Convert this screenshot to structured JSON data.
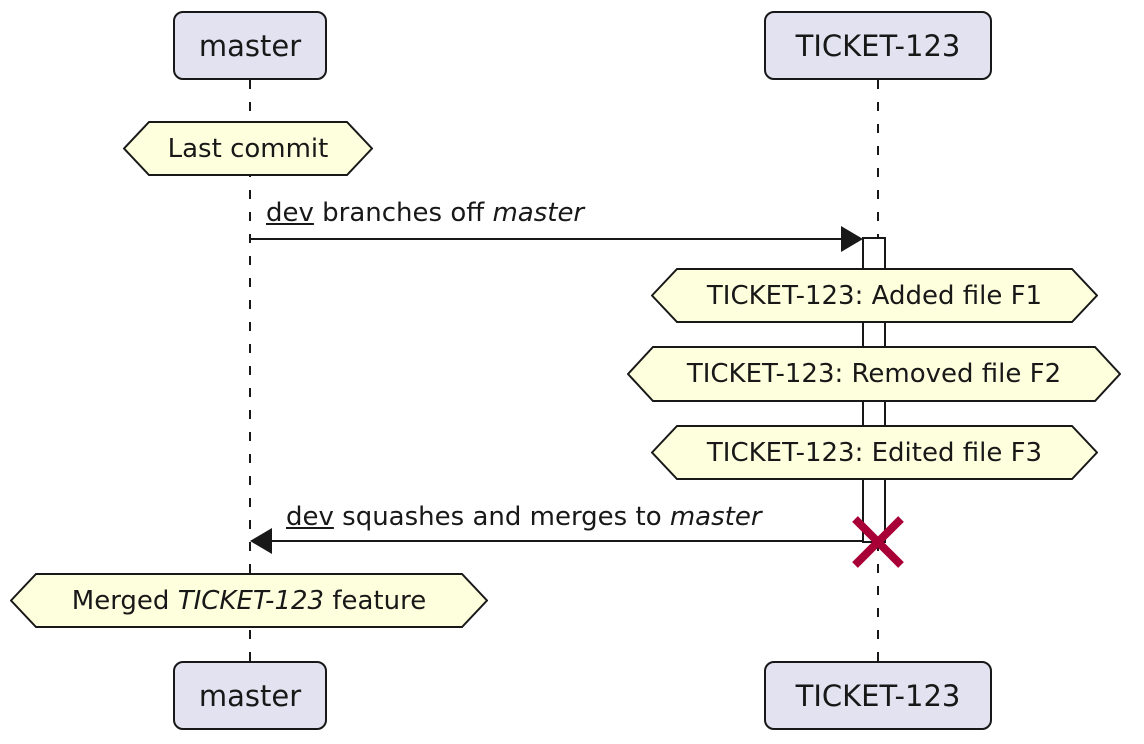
{
  "diagram": {
    "type": "sequence-diagram",
    "participants": {
      "master": "master",
      "ticket": "TICKET-123"
    },
    "notes": {
      "last_commit": "Last commit",
      "f1": "TICKET-123: Added file F1",
      "f2": "TICKET-123: Removed file F2",
      "f3": "TICKET-123: Edited file F3",
      "merged": {
        "part1": "Merged ",
        "part2": "TICKET-123",
        "part3": " feature"
      }
    },
    "messages": {
      "branch": {
        "part1": "dev",
        "part2": " branches off ",
        "part3": "master"
      },
      "merge": {
        "part1": "dev",
        "part2": " squashes and merges to ",
        "part3": "master"
      }
    },
    "colors": {
      "participant_fill": "#E2E2F0",
      "note_fill": "#FEFFDD",
      "line": "#181818",
      "destroy_x": "#A80036",
      "background": "#FFFFFF"
    }
  }
}
